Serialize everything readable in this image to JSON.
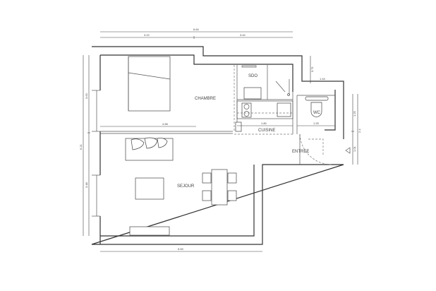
{
  "rooms": {
    "chambre": "CHAMBRE",
    "sdo": "SDO",
    "cuisine": "CUISINE",
    "wc": "WC",
    "entree": "ENTREE",
    "sejour": "SEJOUR"
  },
  "dimensions": {
    "top_total": "6.64",
    "top_left": "3.22",
    "top_right": "3.42",
    "upper_right_vertical": "0.71",
    "upper_right_horizontal": "1.44",
    "sejour_width": "4.58",
    "kitchen_width": "1.80",
    "wc_width": "1.25",
    "left_total": "6.21",
    "left_upper": "3.63",
    "left_lower": "3.48",
    "bottom_total": "5.59",
    "right_upper": "1.25",
    "right_lower": "1.01",
    "right_total": "2.4"
  }
}
